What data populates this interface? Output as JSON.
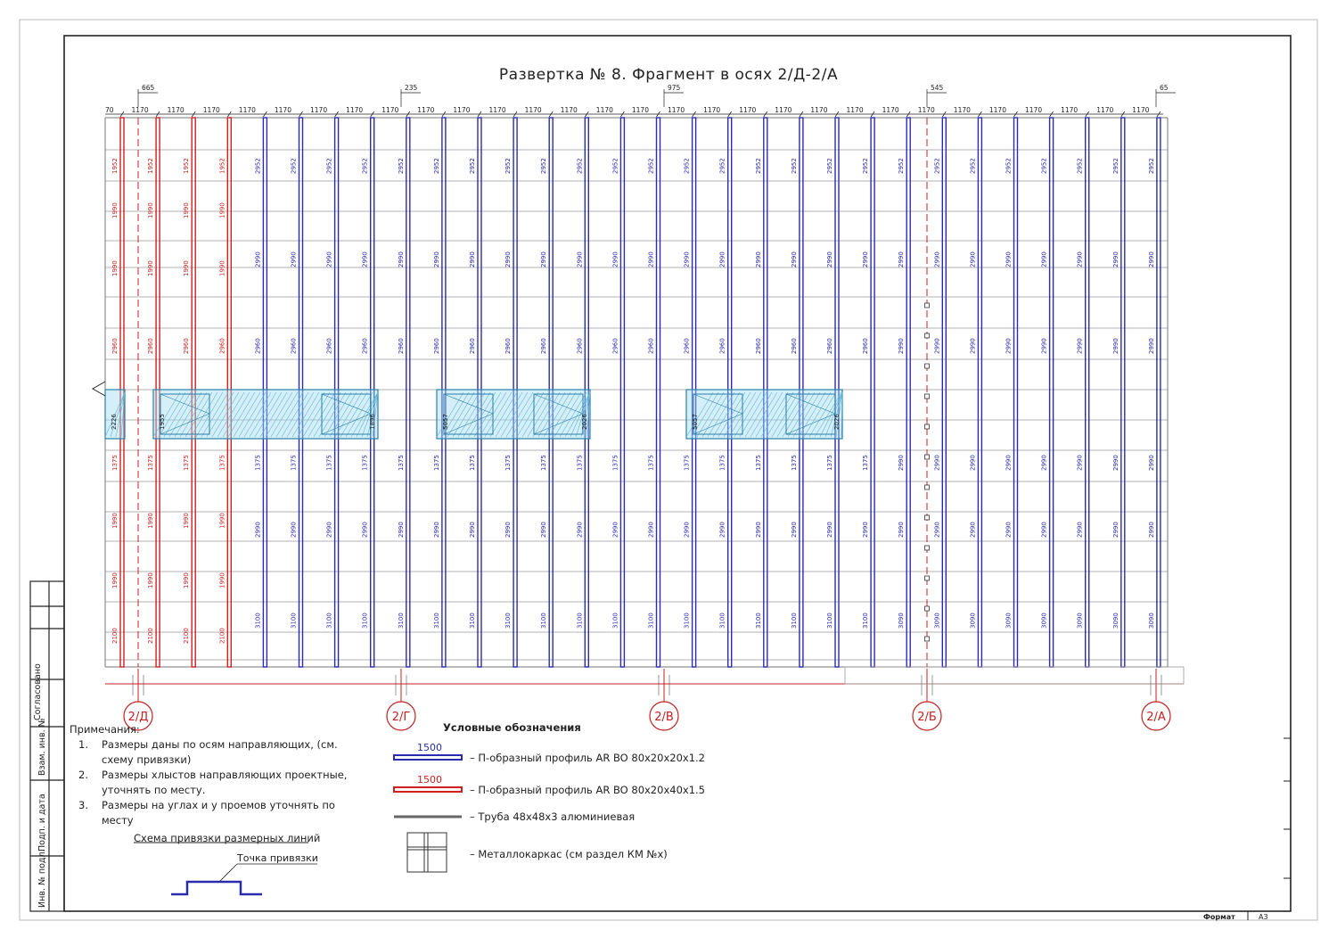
{
  "title": "Развертка № 8. Фрагмент в осях 2/Д-2/А",
  "axes": [
    {
      "label": "2/Д"
    },
    {
      "label": "2/Г"
    },
    {
      "label": "2/В"
    },
    {
      "label": "2/Б"
    },
    {
      "label": "2/А"
    }
  ],
  "top_dims": {
    "spacing": "1170",
    "edge_left": "70",
    "axis_offsets": [
      "665",
      "235",
      "975",
      "545",
      "65"
    ]
  },
  "column_dims": {
    "red": [
      "1952",
      "1990",
      "1990",
      "2960",
      "1375",
      "1990",
      "1990",
      "2100"
    ],
    "blue": [
      "2952",
      "2990",
      "2960",
      "1375",
      "2990",
      "3100"
    ],
    "blue_right": [
      "2952",
      "2990",
      "2990",
      "2990",
      "2990",
      "3090"
    ]
  },
  "window_labels": [
    "2226",
    "1955",
    "1896",
    "2026",
    "2026",
    "5057",
    "5057"
  ],
  "notes": {
    "heading": "Примечания:",
    "items": [
      {
        "num": "1.",
        "text": "Размеры даны по осям направляющих, (см. схему привязки)"
      },
      {
        "num": "2.",
        "text": "Размеры хлыстов направляющих проектные, уточнять по месту."
      },
      {
        "num": "3.",
        "text": "Размеры на углах и у проемов уточнять по месту"
      }
    ]
  },
  "legend": {
    "title": "Условные обозначения",
    "items": [
      {
        "sample": "1500",
        "text": "– П-образный профиль AR BO 80x20x20x1.2",
        "color": "#2b2bb0"
      },
      {
        "sample": "1500",
        "text": "– П-образный профиль AR BO 80x20x40x1.5",
        "color": "#d02020"
      },
      {
        "sample": "",
        "text": "– Труба 48x48x3 алюминиевая",
        "color": "#666666"
      },
      {
        "sample": "",
        "text": "– Металлокаркас (см раздел КМ №x)",
        "color": "#333333"
      }
    ]
  },
  "scheme": {
    "title": "Схема привязки размерных линий",
    "point_label": "Точка привязки"
  },
  "stamp": {
    "agreed": "Согласовано",
    "col1": "Взам. инв. №",
    "col2": "Подп. и дата",
    "col3": "Инв. № подл."
  },
  "format": {
    "label": "Формат",
    "value": "А3"
  },
  "colors": {
    "blue_profile": "#2b2bb0",
    "red_profile": "#d02020",
    "glass": "#9fdcef",
    "axis": "#c42020",
    "grid": "#9a9a9a"
  }
}
